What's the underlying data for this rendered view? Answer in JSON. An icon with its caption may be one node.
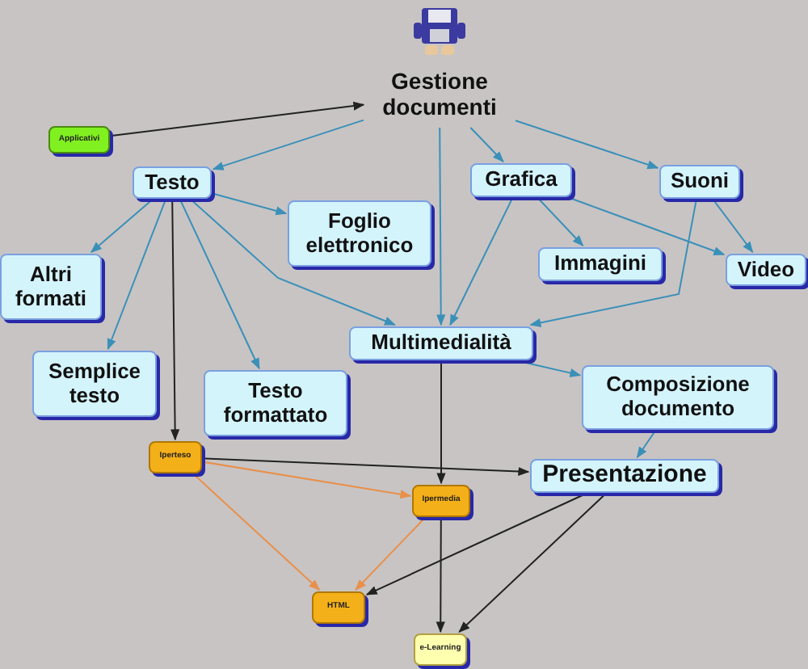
{
  "diagram": {
    "nodes": [
      {
        "text": [
          "Gestione documenti"
        ]
      },
      {
        "text": [
          "Applicativi"
        ]
      },
      {
        "text": [
          "Testo"
        ]
      },
      {
        "text": [
          "Grafica"
        ]
      },
      {
        "text": [
          "Suoni"
        ]
      },
      {
        "text": [
          "Foglio elettronico"
        ]
      },
      {
        "text": [
          "Altri formati"
        ]
      },
      {
        "text": [
          "Immagini"
        ]
      },
      {
        "text": [
          "Video"
        ]
      },
      {
        "text": [
          "Multimedialità"
        ]
      },
      {
        "text": [
          "Semplice testo"
        ]
      },
      {
        "text": [
          "Testo formattato"
        ]
      },
      {
        "text": [
          "Composizione documento"
        ]
      },
      {
        "text": [
          "Iperteso"
        ]
      },
      {
        "text": [
          "Presentazione"
        ]
      },
      {
        "text": [
          "Ipermedia"
        ]
      },
      {
        "text": [
          "HTML"
        ]
      },
      {
        "text": [
          "e-Learning"
        ]
      }
    ],
    "edges": [
      {
        "from": 1,
        "to": 0,
        "arrow": "to",
        "color": "#222222"
      },
      {
        "from": 0,
        "to": 2,
        "arrow": "to"
      },
      {
        "from": 0,
        "to": 3,
        "arrow": "to"
      },
      {
        "from": 0,
        "to": 9,
        "arrow": "to"
      },
      {
        "from": 0,
        "to": 4,
        "arrow": "to"
      },
      {
        "from": 2,
        "to": 6,
        "arrow": "to"
      },
      {
        "from": 2,
        "to": 10,
        "arrow": "to"
      },
      {
        "from": 2,
        "to": 13,
        "arrow": "to",
        "color": "#222222"
      },
      {
        "from": 2,
        "to": 11,
        "arrow": "to"
      },
      {
        "from": 2,
        "to": 5,
        "arrow": "to"
      },
      {
        "from": 2,
        "to": 9,
        "arrow": "to"
      },
      {
        "from": 3,
        "to": 7,
        "arrow": "to"
      },
      {
        "from": 3,
        "to": 9,
        "arrow": "to"
      },
      {
        "from": 3,
        "to": 8,
        "arrow": "to"
      },
      {
        "from": 4,
        "to": 8,
        "arrow": "to"
      },
      {
        "from": 4,
        "to": 9,
        "arrow": "to"
      },
      {
        "from": 9,
        "to": 12,
        "arrow": "to"
      },
      {
        "from": 9,
        "to": 15,
        "arrow": "to",
        "color": "#222222"
      },
      {
        "from": 12,
        "to": 14,
        "arrow": "to"
      },
      {
        "from": 13,
        "to": 14,
        "arrow": "to",
        "color": "#222222"
      },
      {
        "from": 13,
        "to": 15,
        "arrow": "to",
        "color": "#e8904a"
      },
      {
        "from": 13,
        "to": 16,
        "arrow": "to",
        "color": "#e8904a"
      },
      {
        "from": 15,
        "to": 16,
        "arrow": "to",
        "color": "#e8904a"
      },
      {
        "from": 15,
        "to": 17,
        "arrow": "to",
        "color": "#222222"
      },
      {
        "from": 14,
        "to": 16,
        "arrow": "to",
        "color": "#222222"
      },
      {
        "from": 14,
        "to": 17,
        "arrow": "to",
        "color": "#222222"
      }
    ]
  }
}
